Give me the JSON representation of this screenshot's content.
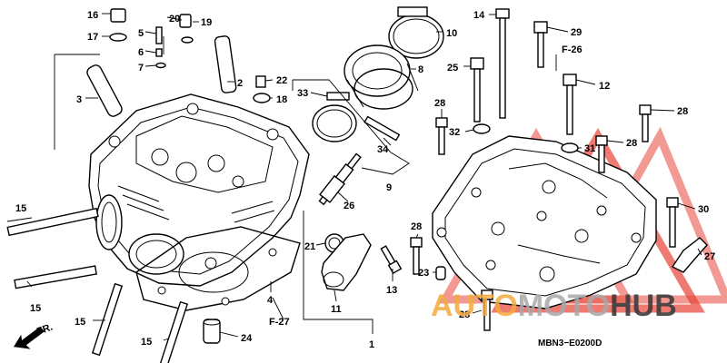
{
  "diagram": {
    "callouts": [
      {
        "id": "c16",
        "text": "16"
      },
      {
        "id": "c17",
        "text": "17"
      },
      {
        "id": "c20",
        "text": "20"
      },
      {
        "id": "c19",
        "text": "19"
      },
      {
        "id": "c5",
        "text": "5"
      },
      {
        "id": "c6",
        "text": "6"
      },
      {
        "id": "c7",
        "text": "7"
      },
      {
        "id": "c3",
        "text": "3"
      },
      {
        "id": "c2",
        "text": "2"
      },
      {
        "id": "c22",
        "text": "22"
      },
      {
        "id": "c18",
        "text": "18"
      },
      {
        "id": "c33",
        "text": "33"
      },
      {
        "id": "c10",
        "text": "10"
      },
      {
        "id": "c8",
        "text": "8"
      },
      {
        "id": "c34",
        "text": "34"
      },
      {
        "id": "c9",
        "text": "9"
      },
      {
        "id": "c26",
        "text": "26"
      },
      {
        "id": "c21",
        "text": "21"
      },
      {
        "id": "c11",
        "text": "11"
      },
      {
        "id": "c13",
        "text": "13"
      },
      {
        "id": "c4",
        "text": "4"
      },
      {
        "id": "c24",
        "text": "24"
      },
      {
        "id": "c1",
        "text": "1"
      },
      {
        "id": "c15a",
        "text": "15"
      },
      {
        "id": "c15b",
        "text": "15"
      },
      {
        "id": "c15c",
        "text": "15"
      },
      {
        "id": "c15d",
        "text": "15"
      },
      {
        "id": "c14",
        "text": "14"
      },
      {
        "id": "c29",
        "text": "29"
      },
      {
        "id": "c25",
        "text": "25"
      },
      {
        "id": "c12",
        "text": "12"
      },
      {
        "id": "c28a",
        "text": "28"
      },
      {
        "id": "c32",
        "text": "32"
      },
      {
        "id": "c31",
        "text": "31"
      },
      {
        "id": "c28b",
        "text": "28"
      },
      {
        "id": "c28c",
        "text": "28"
      },
      {
        "id": "c30",
        "text": "30"
      },
      {
        "id": "c27",
        "text": "27"
      },
      {
        "id": "c28d",
        "text": "28"
      },
      {
        "id": "c23",
        "text": "23"
      },
      {
        "id": "c28e",
        "text": "28"
      }
    ],
    "refs": [
      {
        "id": "r26",
        "text": "F-26"
      },
      {
        "id": "r27",
        "text": "F-27"
      }
    ],
    "direction_label": "FR.",
    "diagram_code": "MBN3−E0200D"
  },
  "watermark": {
    "part1": "AUTO",
    "part2": "MOTO",
    "part3": "HUB",
    "colors": {
      "red": "#e8463a",
      "orange": "#f2a93b",
      "gray": "#a8a8a8",
      "dark": "#3c3c3c"
    }
  }
}
